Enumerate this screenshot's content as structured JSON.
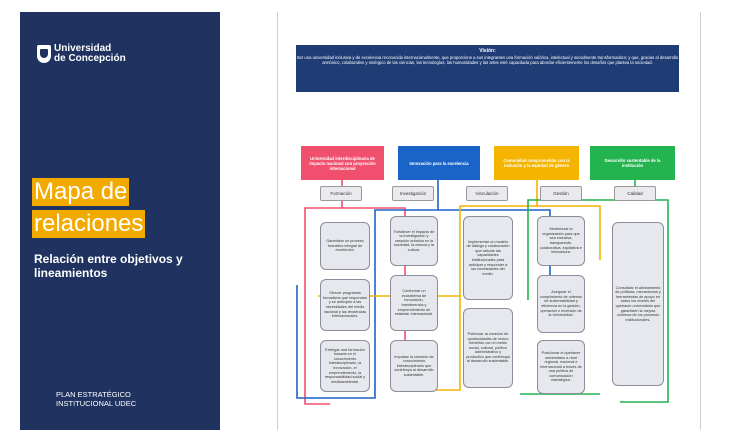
{
  "logo": {
    "line1": "Universidad",
    "line2": "de Concepción"
  },
  "title": {
    "line1": "Mapa de",
    "line2": "relaciones"
  },
  "subtitle": "Relación entre objetivos y lineamientos",
  "footer": {
    "line1": "PLAN ESTRATÉGICO",
    "line2": "INSTITUCIONAL UDEC"
  },
  "diagram": {
    "vision_title": "Visión:",
    "vision_text": "Ser una universidad inclusiva y de excelencia reconocida internacionalmente, que proporcione a sus integrantes una formación valórica, intelectual y socialmente transformadora; y que, gracias al desarrollo armónico, colaborativo y sinérgico de las ciencias, las tecnologías, las humanidades y las artes esté capacitada para abordar eficientemente los desafíos que plantea la sociedad.",
    "objectives": [
      {
        "label": "Universidad interdisciplinaria de impacto nacional con proyección internacional",
        "color": "#f0506e"
      },
      {
        "label": "Innovación para la excelencia",
        "color": "#1a64c8"
      },
      {
        "label": "Comunidad comprometida con la inclusión y la equidad de género",
        "color": "#f4b400"
      },
      {
        "label": "Desarrollo sustentable de la institución",
        "color": "#23b450"
      }
    ],
    "pillars": [
      "Formación",
      "Investigación",
      "Vinculación",
      "Gestión",
      "Calidad"
    ],
    "boxes": {
      "f1": "Garantizar un proceso formativo integral de excelencia.",
      "f2": "Ofrecer programas formativos que respondan y se anticipen a las necesidades del medio nacional y las tendencias internacionales.",
      "f3": "Entregar una formación basada en el conocimiento interdisciplinario, la innovación, el emprendimiento, la responsabilidad social y medioambiental.",
      "i1": "Fortalecer el impacto de la investigación y creación artística en la sociedad, la ciencia y la cultura.",
      "i2": "Conformar un ecosistema de innovación, transferencia y emprendimiento de estándar internacional.",
      "i3": "Impulsar la creación de conocimiento interdisciplinario que contribuya al desarrollo sustentable.",
      "v1": "Implementar un modelo de diálogo y colaboración que articule las capacidades institucionales para anticipar y responder a las necesidades del medio.",
      "v2": "Potenciar la creación de oportunidades de mutuo beneficio con el medio social, cultural, político administrativo y productivo que contribuya al desarrollo sustentable.",
      "g1": "Modernizar la organización para que sea inclusiva, transparente, colaborativa, equitativa e innovadora.",
      "g2": "Asegurar el cumplimiento de criterios de sustentabilidad y eficiencia en la gestión, operación e inversión de la Universidad.",
      "g3": "Posicionar el quehacer universitario a nivel regional, nacional e internacional a través de una política de comunicación estratégica.",
      "c1": "Consolidar el alineamiento de políticas, mecanismos y herramientas de apoyo en todos los niveles del quehacer universitario que garanticen la mejora continua de los procesos institucionales."
    }
  }
}
